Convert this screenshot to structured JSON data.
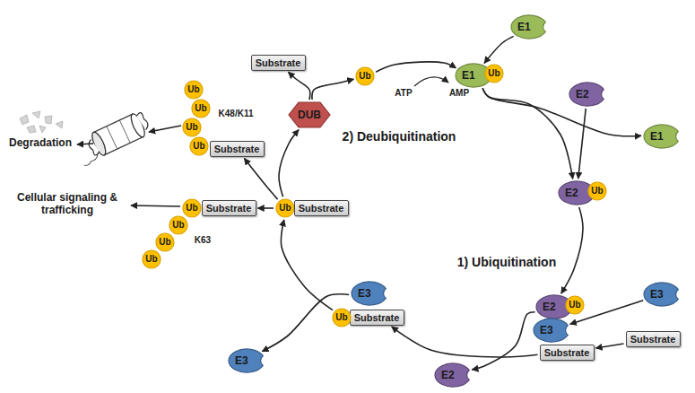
{
  "diagram": {
    "nodes": [
      {
        "text": [
          "E1"
        ]
      },
      {
        "text": [
          "Substrate"
        ]
      },
      {
        "text": [
          "Ub"
        ]
      },
      {
        "text": [
          "DUB"
        ]
      },
      {
        "text": [
          "E1"
        ]
      },
      {
        "text": [
          "Ub"
        ]
      },
      {
        "text": [
          "E2"
        ]
      },
      {
        "text": [
          "E1"
        ]
      },
      {
        "text": [
          "E2"
        ]
      },
      {
        "text": [
          "Ub"
        ]
      },
      {
        "text": [
          "Substrate"
        ]
      },
      {
        "text": [
          "Ub"
        ]
      },
      {
        "text": [
          "Ub"
        ]
      },
      {
        "text": [
          "Ub"
        ]
      },
      {
        "text": [
          "Ub"
        ]
      },
      {
        "text": [
          "Ub"
        ]
      },
      {
        "text": [
          "Substrate"
        ]
      },
      {
        "text": [
          "Substrate"
        ]
      },
      {
        "text": [
          "Ub"
        ]
      },
      {
        "text": [
          "Ub"
        ]
      },
      {
        "text": [
          "Ub"
        ]
      },
      {
        "text": [
          "Ub"
        ]
      },
      {
        "text": [
          "E3"
        ]
      },
      {
        "text": [
          "Substrate"
        ]
      },
      {
        "text": [
          "E2"
        ]
      },
      {
        "text": [
          "Ub"
        ]
      },
      {
        "text": [
          "E3"
        ]
      },
      {
        "text": [
          "Substrate"
        ]
      },
      {
        "text": [
          "E3"
        ]
      },
      {
        "text": [
          "Substrate"
        ]
      },
      {
        "text": [
          "Ub"
        ]
      },
      {
        "text": [
          "E3"
        ]
      },
      {
        "text": [
          "E2"
        ]
      }
    ],
    "edges": [
      {
        "from": 3,
        "to": 1,
        "arrow": "to"
      },
      {
        "from": 3,
        "to": 2,
        "arrow": "to"
      },
      {
        "from": 2,
        "to": 4,
        "arrow": "to"
      },
      {
        "from": 0,
        "to": 4,
        "arrow": "to"
      },
      {
        "from": 4,
        "to": 8,
        "arrow": "to"
      },
      {
        "from": 4,
        "to": 7,
        "arrow": "to"
      },
      {
        "from": 6,
        "to": 8,
        "arrow": "to"
      },
      {
        "from": 8,
        "to": 24,
        "arrow": "to"
      },
      {
        "from": 22,
        "to": 26,
        "arrow": "to"
      },
      {
        "from": 23,
        "to": 27,
        "arrow": "to"
      },
      {
        "from": 27,
        "to": 29,
        "arrow": "to"
      },
      {
        "from": 24,
        "to": 32,
        "arrow": "to"
      },
      {
        "from": 28,
        "to": 31,
        "arrow": "to"
      },
      {
        "from": 30,
        "to": 15,
        "arrow": "to"
      },
      {
        "from": 15,
        "to": 3,
        "arrow": "to"
      },
      {
        "from": 15,
        "to": 10,
        "arrow": "to"
      },
      {
        "from": 15,
        "to": 17,
        "arrow": "to"
      }
    ],
    "labels": [
      "ATP",
      "AMP",
      "2) Deubiquitination",
      "1) Ubiquitination",
      "K48/K11",
      "K63",
      "Degradation",
      "Cellular signaling & trafficking"
    ]
  }
}
